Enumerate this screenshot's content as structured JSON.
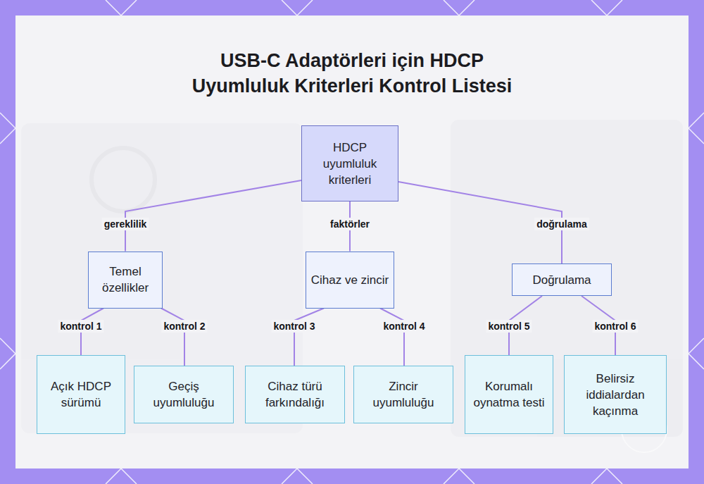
{
  "diagram": {
    "title": "USB-C Adaptörleri için HDCP Uyumluluk Kriterleri Kontrol Listesi",
    "nodes": [
      {
        "text": [
          "HDCP uyumluluk kriterleri"
        ]
      },
      {
        "text": [
          "Temel özellikler"
        ]
      },
      {
        "text": [
          "Cihaz ve zincir"
        ]
      },
      {
        "text": [
          "Doğrulama"
        ]
      },
      {
        "text": [
          "Açık HDCP sürümü"
        ]
      },
      {
        "text": [
          "Geçiş uyumluluğu"
        ]
      },
      {
        "text": [
          "Cihaz türü farkındalığı"
        ]
      },
      {
        "text": [
          "Zincir uyumluluğu"
        ]
      },
      {
        "text": [
          "Korumalı oynatma testi"
        ]
      },
      {
        "text": [
          "Belirsiz iddialardan kaçınma"
        ]
      }
    ],
    "edges": [
      {
        "from": 0,
        "to": 1,
        "label": "gereklilik",
        "arrow": "none"
      },
      {
        "from": 0,
        "to": 2,
        "label": "faktörler",
        "arrow": "none"
      },
      {
        "from": 0,
        "to": 3,
        "label": "doğrulama",
        "arrow": "none"
      },
      {
        "from": 1,
        "to": 4,
        "label": "kontrol 1",
        "arrow": "none"
      },
      {
        "from": 1,
        "to": 5,
        "label": "kontrol 2",
        "arrow": "none"
      },
      {
        "from": 2,
        "to": 6,
        "label": "kontrol 3",
        "arrow": "none"
      },
      {
        "from": 2,
        "to": 7,
        "label": "kontrol 4",
        "arrow": "none"
      },
      {
        "from": 3,
        "to": 8,
        "label": "kontrol 5",
        "arrow": "none"
      },
      {
        "from": 3,
        "to": 9,
        "label": "kontrol 6",
        "arrow": "none"
      }
    ]
  }
}
